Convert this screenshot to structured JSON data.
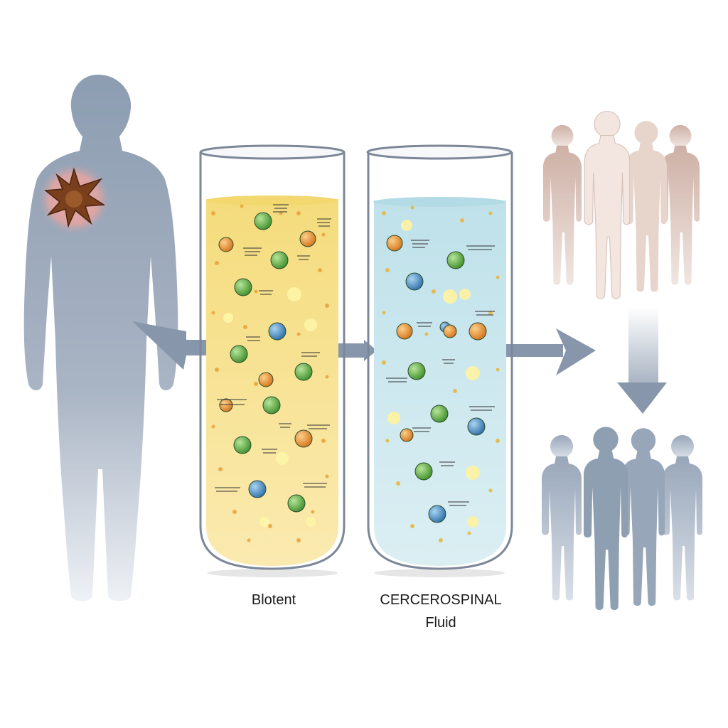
{
  "tubes": {
    "blood": {
      "label": "Blotent",
      "fill_top": "#f6e08a",
      "fill_bottom": "#fbe9a9"
    },
    "csf": {
      "label_line1": "CERCEROSPINAL",
      "label_line2": "Fluid",
      "fill_top": "#c9e6ee",
      "fill_bottom": "#d9eef3"
    }
  },
  "colors": {
    "patient_silhouette": "#8f9fb3",
    "group_top": "#d9bfb4",
    "group_bottom": "#8e9db1",
    "arrow": "#8796ab",
    "marker_green": "#5fae3e",
    "marker_blue": "#4f93c5",
    "marker_orange": "#e58f2a",
    "tumor": "#7a3f1d"
  },
  "icons": [
    "patient-silhouette-icon",
    "tumor-icon",
    "blood-tube-icon",
    "csf-tube-icon",
    "people-group-icon"
  ]
}
